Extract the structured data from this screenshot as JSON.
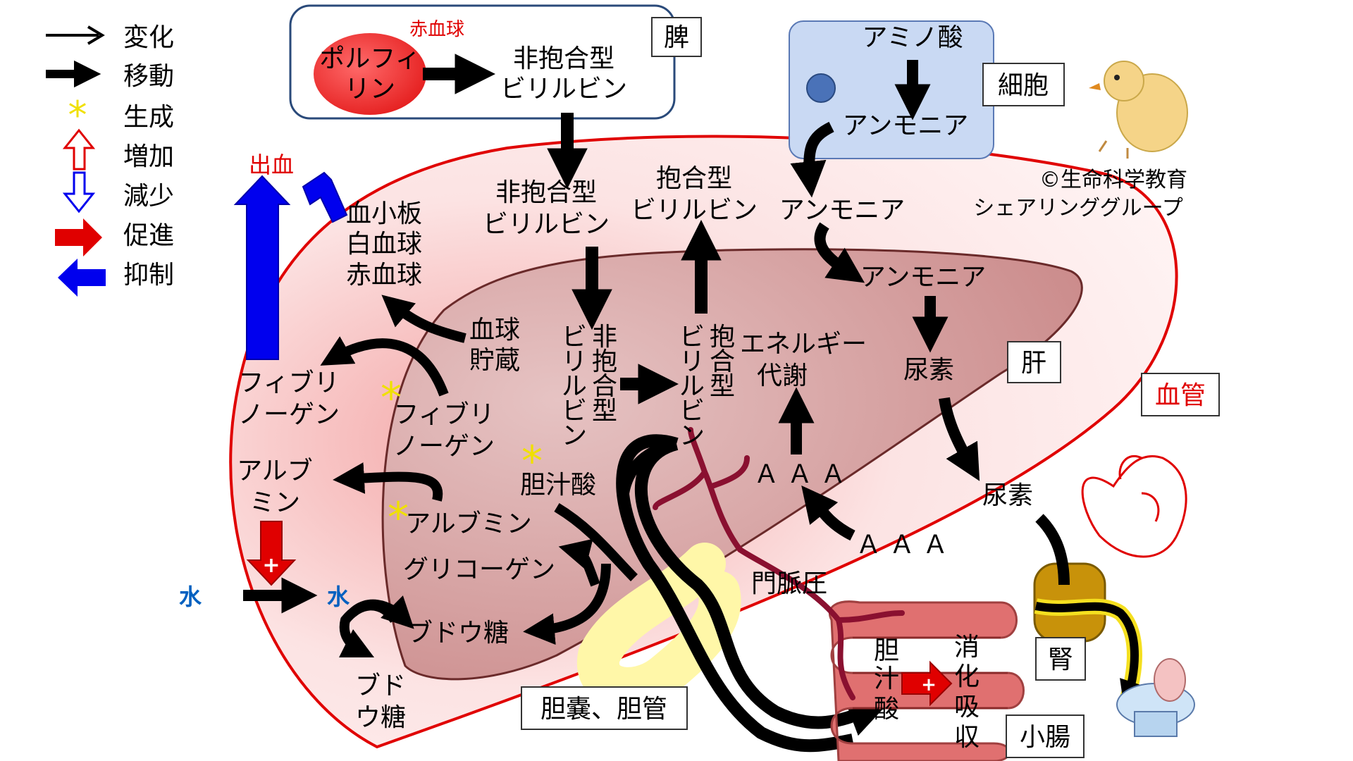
{
  "legend": {
    "change": "変化",
    "move": "移動",
    "generate": "生成",
    "increase": "増加",
    "decrease": "減少",
    "promote": "促進",
    "inhibit": "抑制"
  },
  "organs": {
    "spleen": "脾",
    "cell": "細胞",
    "liver": "肝",
    "blood_vessel": "血管",
    "kidney": "腎",
    "small_intestine": "小腸",
    "gallbladder": "胆嚢、胆管"
  },
  "spleen": {
    "rbc_label": "赤血球",
    "porphyrin_1": "ポルフィ",
    "porphyrin_2": "リン",
    "unconj_1": "非抱合型",
    "unconj_2": "ビリルビン"
  },
  "cell": {
    "amino_acid": "アミノ酸",
    "ammonia": "アンモニア"
  },
  "copyright": {
    "line1": "©生命科学教育",
    "line2": "シェアリンググループ"
  },
  "vessel": {
    "bleeding": "出血",
    "platelets_1": "血小板",
    "platelets_2": "白血球",
    "platelets_3": "赤血球",
    "fibrinogen_1": "フィブリ",
    "fibrinogen_2": "ノーゲン",
    "albumin_1": "アルブ",
    "albumin_2": "ミン",
    "water_left": "水",
    "water_right": "水",
    "glucose_1": "ブド",
    "glucose_2": "ウ糖",
    "unconj_1": "非抱合型",
    "unconj_2": "ビリルビン",
    "conj_1": "抱合型",
    "conj_2": "ビリルビン",
    "ammonia": "アンモニア",
    "urea": "尿素",
    "aaa": "Ａ Ａ Ａ",
    "portal_pressure": "門脈圧"
  },
  "liver": {
    "blood_storage_1": "血球",
    "blood_storage_2": "貯蔵",
    "fibrinogen_1": "フィブリ",
    "fibrinogen_2": "ノーゲン",
    "albumin": "アルブミン",
    "glycogen": "グリコーゲン",
    "glucose": "ブドウ糖",
    "bile_acid": "胆汁酸",
    "unconj_v": [
      "非",
      "抱",
      "合",
      "型"
    ],
    "unconj_v2": [
      "ビ",
      "リ",
      "ル",
      "ビ",
      "ン"
    ],
    "conj_v": [
      "抱",
      "合",
      "型"
    ],
    "conj_v2": [
      "ビ",
      "リ",
      "ル",
      "ビ",
      "ン"
    ],
    "energy_1": "エネルギー",
    "energy_2": "代謝",
    "ammonia": "アンモニア",
    "urea": "尿素",
    "aaa": "Ａ Ａ Ａ"
  },
  "intestine": {
    "bile_v": [
      "胆",
      "汁",
      "酸"
    ],
    "digest_v": [
      "消",
      "化",
      "吸",
      "収"
    ]
  },
  "colors": {
    "red": "#e00000",
    "blue": "#0000ee",
    "yellow": "#ffee00",
    "liver_fill": "#cf9191",
    "vessel_fill": "#fbd8d8",
    "cell_fill": "#c9d9f3"
  }
}
